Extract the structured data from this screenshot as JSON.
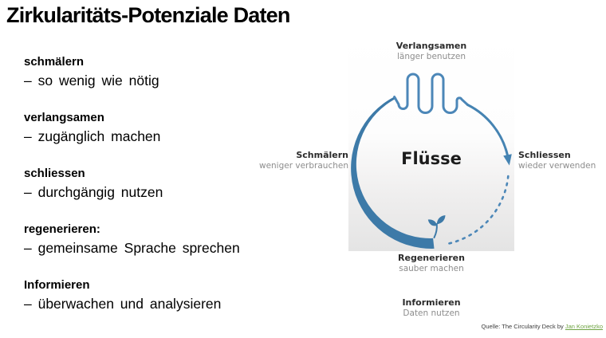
{
  "title": "Zirkularitäts-Potenziale Daten",
  "list": {
    "items": [
      {
        "term": "schmälern",
        "desc": "– so wenig wie nötig"
      },
      {
        "term": "verlangsamen",
        "desc": "– zugänglich machen"
      },
      {
        "term": "schliessen",
        "desc": "– durchgängig nutzen"
      },
      {
        "term": "regenerieren:",
        "desc": "– gemeinsame Sprache sprechen"
      },
      {
        "term": "Informieren",
        "desc": "– überwachen und analysieren"
      }
    ]
  },
  "diagram": {
    "center_label": "Flüsse",
    "nodes": {
      "top": {
        "label": "Verlangsamen",
        "sub": "länger benutzen"
      },
      "left": {
        "label": "Schmälern",
        "sub": "weniger verbrauchen"
      },
      "right": {
        "label": "Schliessen",
        "sub": "wieder verwenden"
      },
      "bottom": {
        "label": "Regenerieren",
        "sub": "sauber machen"
      },
      "below": {
        "label": "Informieren",
        "sub": "Daten nutzen"
      }
    },
    "colors": {
      "arc_thick": "#3d7aa8",
      "arc_thin": "#4c87b8",
      "link_green": "#6ea342"
    }
  },
  "source": {
    "prefix": "Quelle: The Circularity Deck by ",
    "link": "Jan Konietzko"
  }
}
